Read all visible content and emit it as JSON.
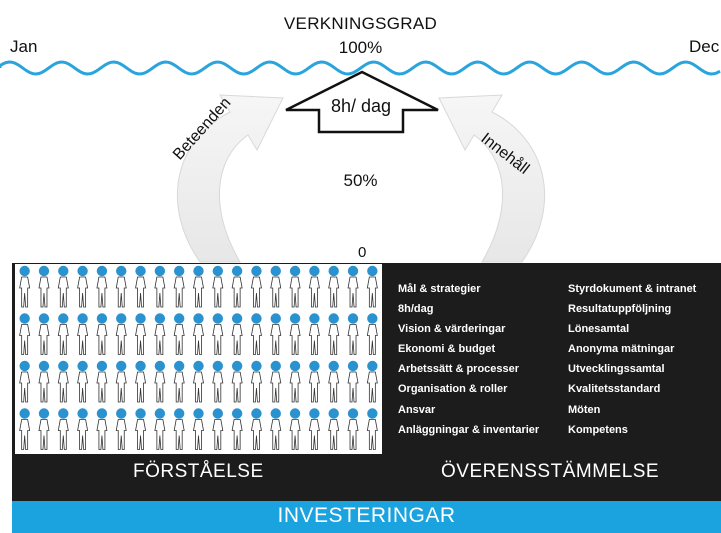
{
  "header": {
    "title": "VERKNINGSGRAD",
    "left_label": "Jan",
    "right_label": "Dec"
  },
  "scale": {
    "top": "100%",
    "middle": "50%",
    "bottom": "0"
  },
  "arrows": {
    "center": "8h/ dag",
    "left": "Beteenden",
    "right": "Innehåll"
  },
  "factors_left": [
    "Mål  & strategier",
    "8h/dag",
    "Vision & värderingar",
    "Ekonomi  & budget",
    "Arbetssätt & processer",
    "Organisation & roller",
    "Ansvar",
    "Anläggningar & inventarier"
  ],
  "factors_right": [
    "Styrdokument & intranet",
    "Resultatuppföljning",
    "Lönesamtal",
    "Anonyma mätningar",
    "Utvecklingssamtal",
    "Kvalitetsstandard",
    "Möten",
    "Kompetens"
  ],
  "footer": {
    "left": "FÖRSTÅELSE",
    "right": "ÖVERENSSTÄMMELSE",
    "band": "INVESTERINGAR"
  },
  "people_grid": {
    "rows": 4,
    "columns": 19
  },
  "colors": {
    "wave": "#2aa4dc",
    "panel": "#1c1c1c",
    "band": "#1aa3df",
    "head": "#2a93cf"
  }
}
